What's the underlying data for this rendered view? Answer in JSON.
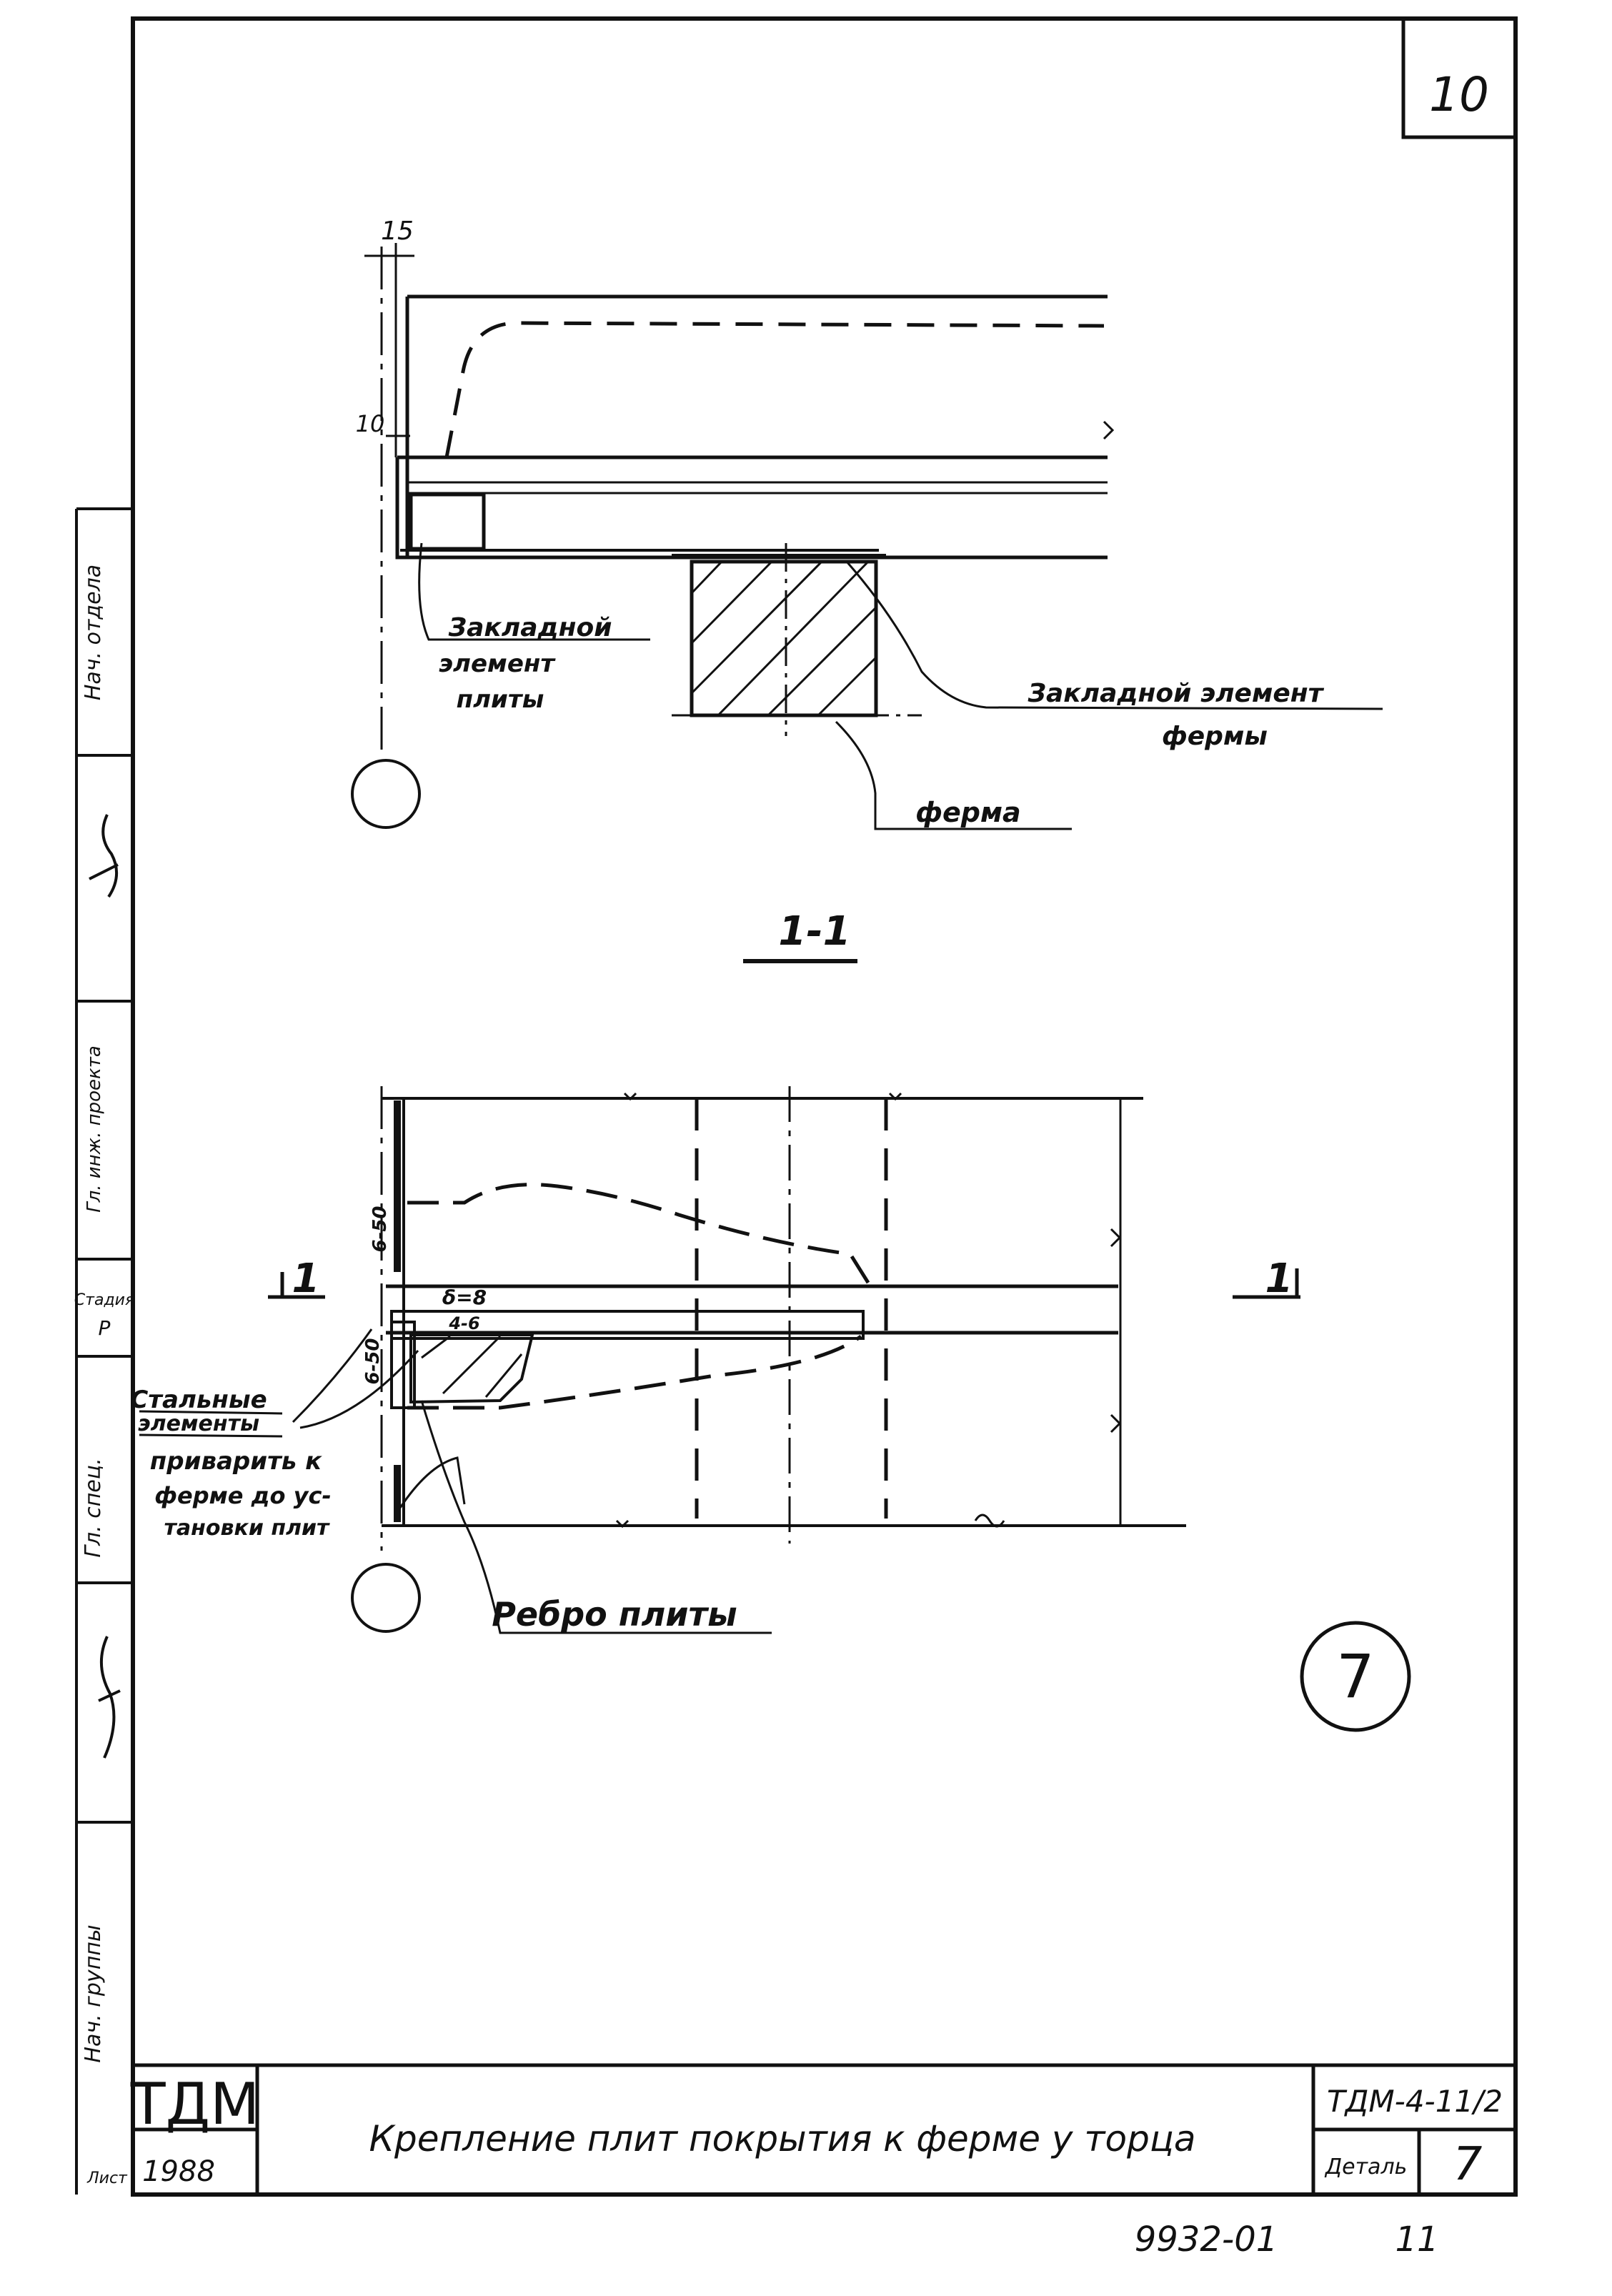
{
  "sheet": {
    "page_number": "10",
    "bottom_code": "9932-01",
    "bottom_page": "11"
  },
  "title_block": {
    "org": "ТДМ",
    "year": "1988",
    "title": "Крепление плит покрытия к ферме у торца",
    "code": "ТДМ-4-11/2",
    "detail_label": "Деталь",
    "detail_number": "7"
  },
  "side_stamp": {
    "labels": [
      "Нач. группы",
      "Гл. спец.",
      "Гл. инж. проекта",
      "Нач. отдела",
      "Стадия",
      "Р",
      "Лист"
    ]
  },
  "drawing": {
    "detail_mark": "7",
    "upper_view": {
      "dim_top": "15",
      "dim_left": "10",
      "label_plate_embed_line1": "Закладной",
      "label_plate_embed_line2": "элемент",
      "label_plate_embed_line3": "плиты",
      "label_truss_embed_line1": "Закладной элемент",
      "label_truss_embed_line2": "фермы",
      "label_truss": "ферма"
    },
    "section_title": "1-1",
    "plan_view": {
      "cut_mark_left": "1",
      "cut_mark_right": "1",
      "dim_plate": "δ=8",
      "dim_weld_top": "6-50",
      "dim_weld_side": "6-50",
      "dim_weld_small": "4-6",
      "note_line1": "Стальные",
      "note_line2": "элементы",
      "note_line3": "приварить к",
      "note_line4": "ферме до ус-",
      "note_line5": "тановки плит",
      "label_rib": "Ребро плиты"
    }
  }
}
